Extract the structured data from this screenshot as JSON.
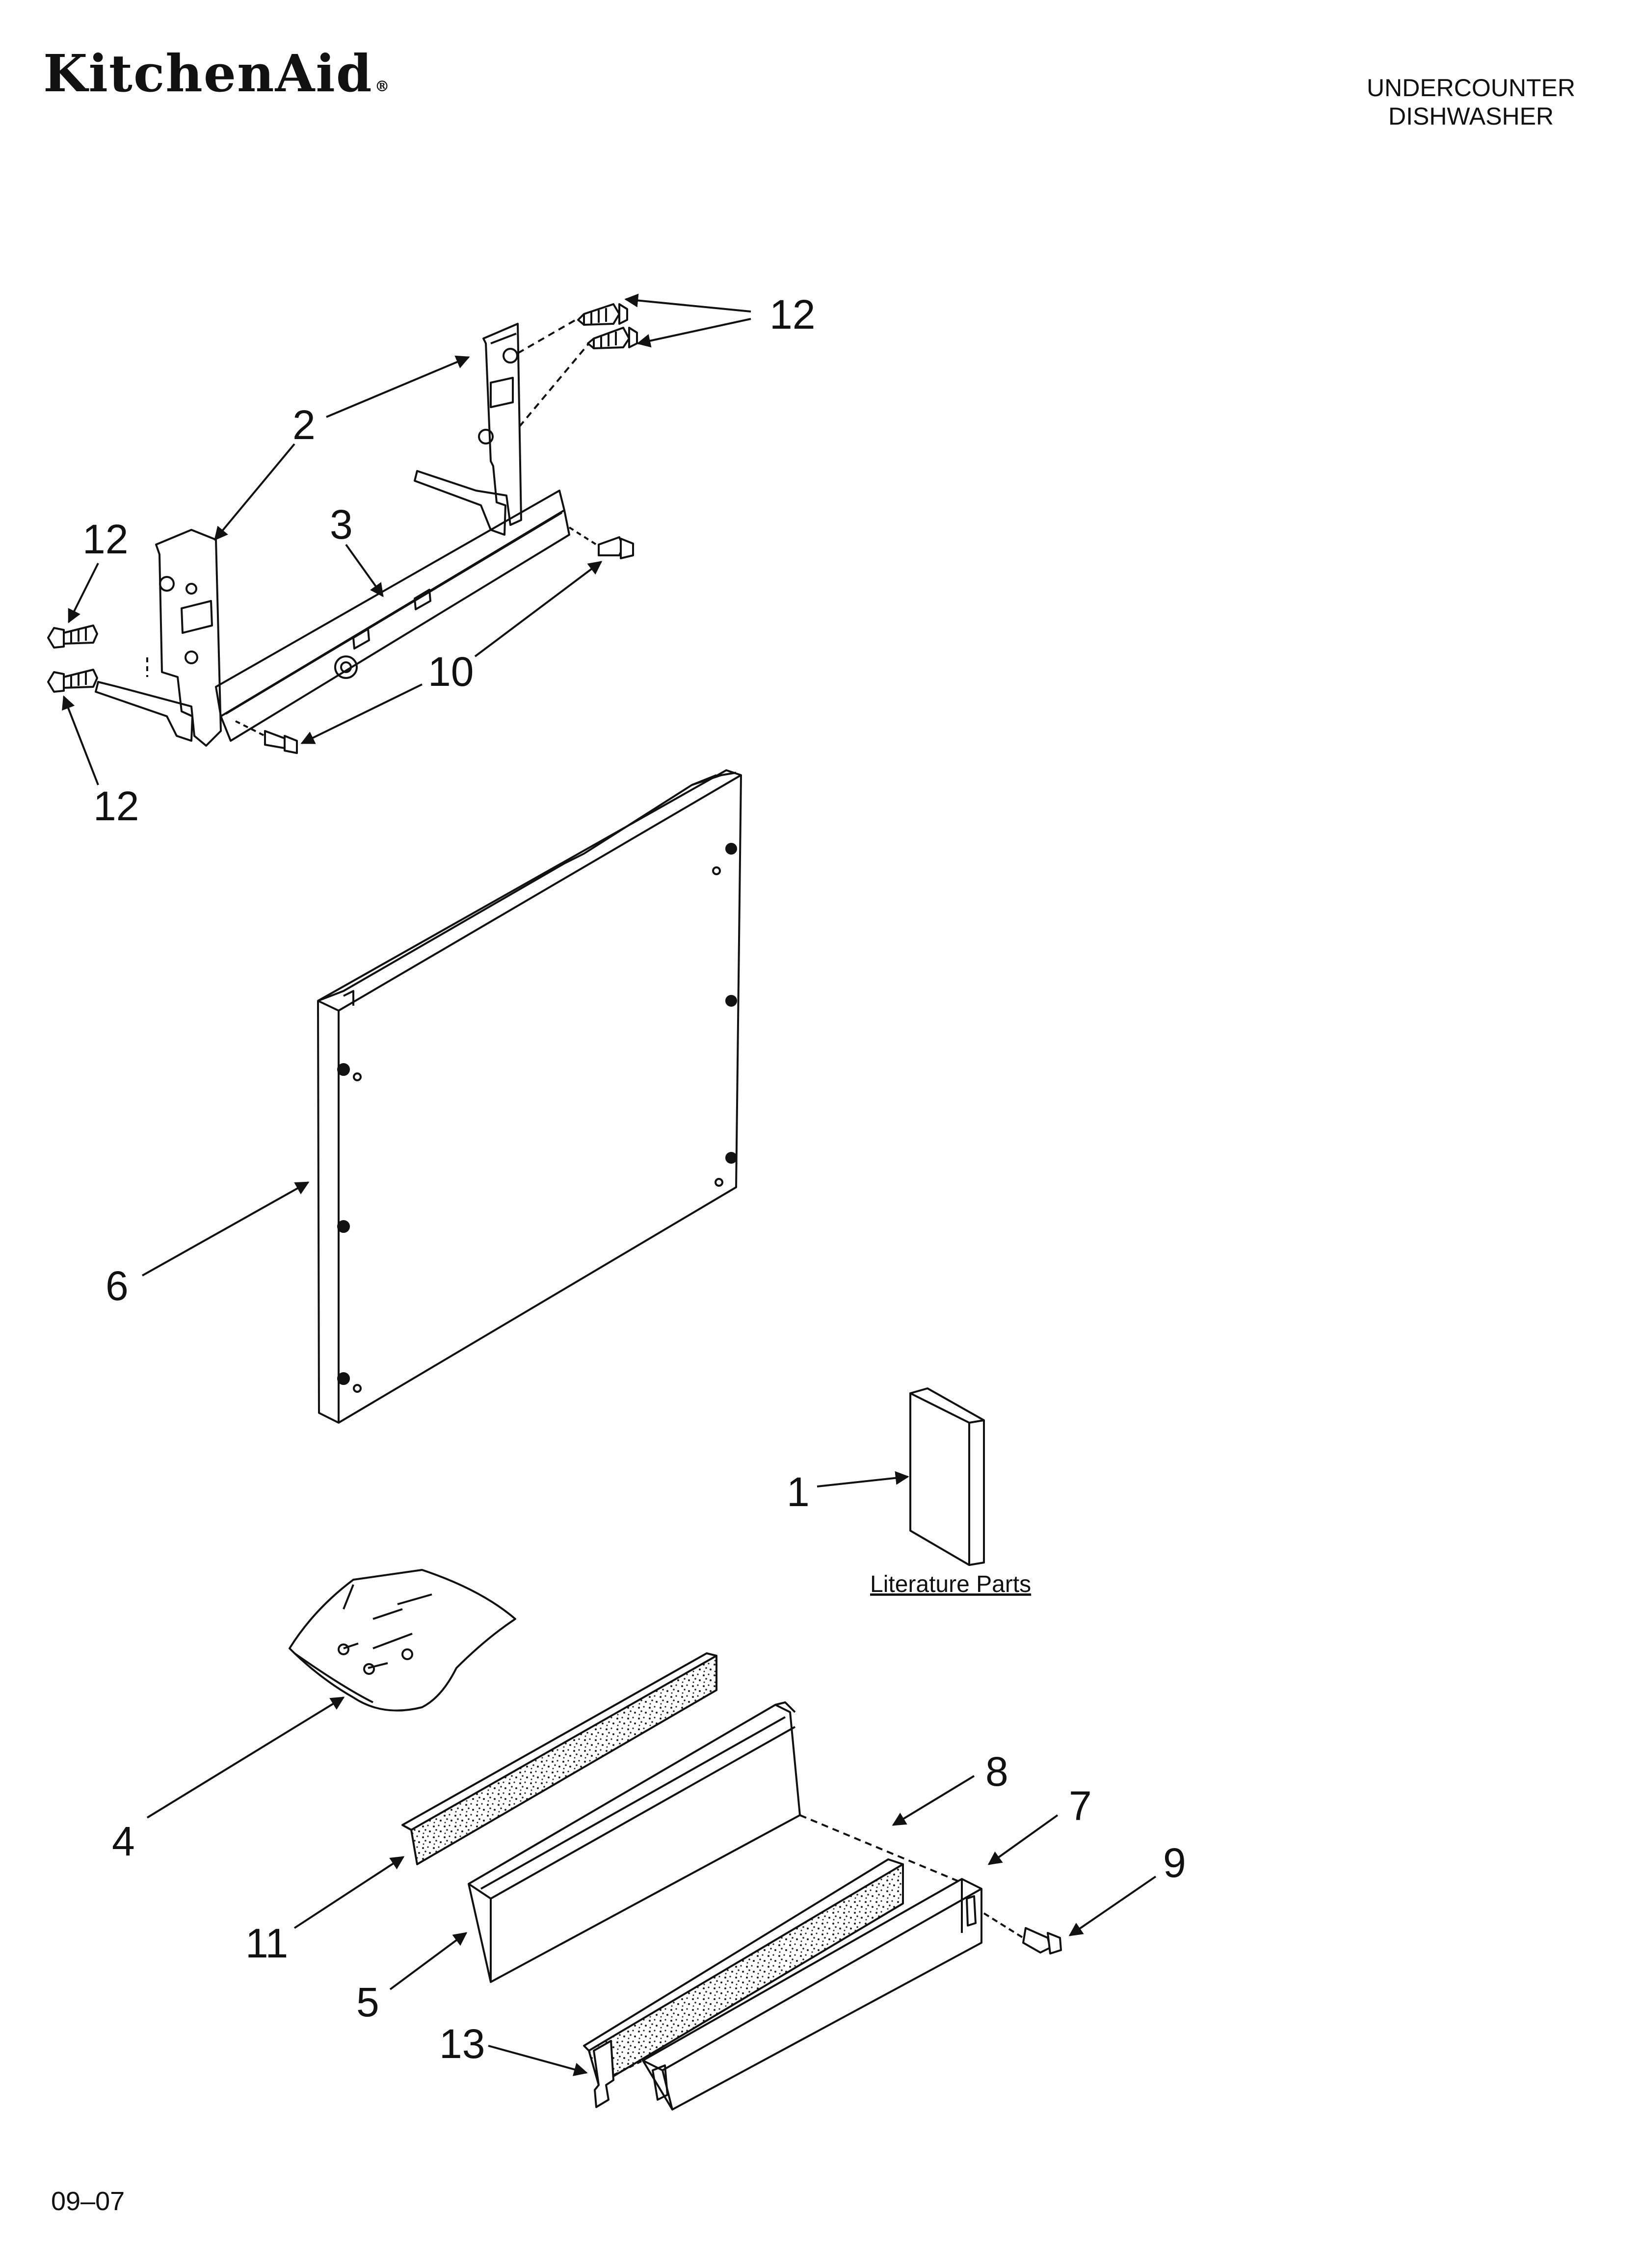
{
  "header": {
    "brand": "KitchenAid",
    "brand_mark": "®",
    "product_line1": "UNDERCOUNTER",
    "product_line2": "DISHWASHER"
  },
  "footer": {
    "date_code": "09–07"
  },
  "literature_label": "Literature Parts",
  "callouts": {
    "c1": "1",
    "c2": "2",
    "c3": "3",
    "c4": "4",
    "c5": "5",
    "c6": "6",
    "c7": "7",
    "c8": "8",
    "c9": "9",
    "c10": "10",
    "c11": "11",
    "c12a": "12",
    "c12b": "12",
    "c12c": "12",
    "c13": "13"
  }
}
